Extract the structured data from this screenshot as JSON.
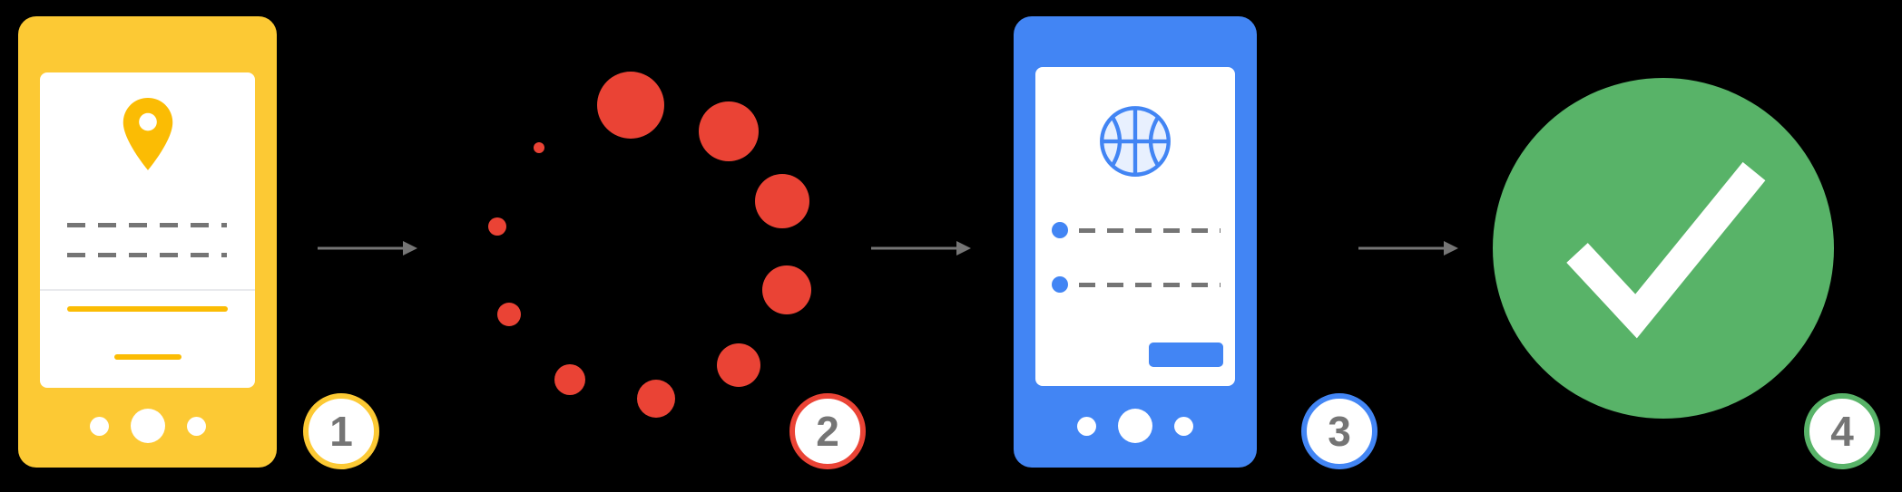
{
  "diagram": {
    "type": "process-flow",
    "background_color": "#000000",
    "arrow_color": "#757575",
    "badge_text_color": "#757575",
    "steps": [
      {
        "badge": "1",
        "icon": "location-pin-icon",
        "accent_color": "#FCC934",
        "mockup": "yellow-phone-app-screen"
      },
      {
        "badge": "2",
        "icon": "loading-spinner-icon",
        "accent_color": "#EA4335",
        "mockup": "red-dotted-spinner"
      },
      {
        "badge": "3",
        "icon": "basketball-icon",
        "accent_color": "#4285F4",
        "mockup": "blue-phone-app-screen"
      },
      {
        "badge": "4",
        "icon": "checkmark-icon",
        "accent_color": "#58B368",
        "mockup": "green-success-circle"
      }
    ]
  }
}
